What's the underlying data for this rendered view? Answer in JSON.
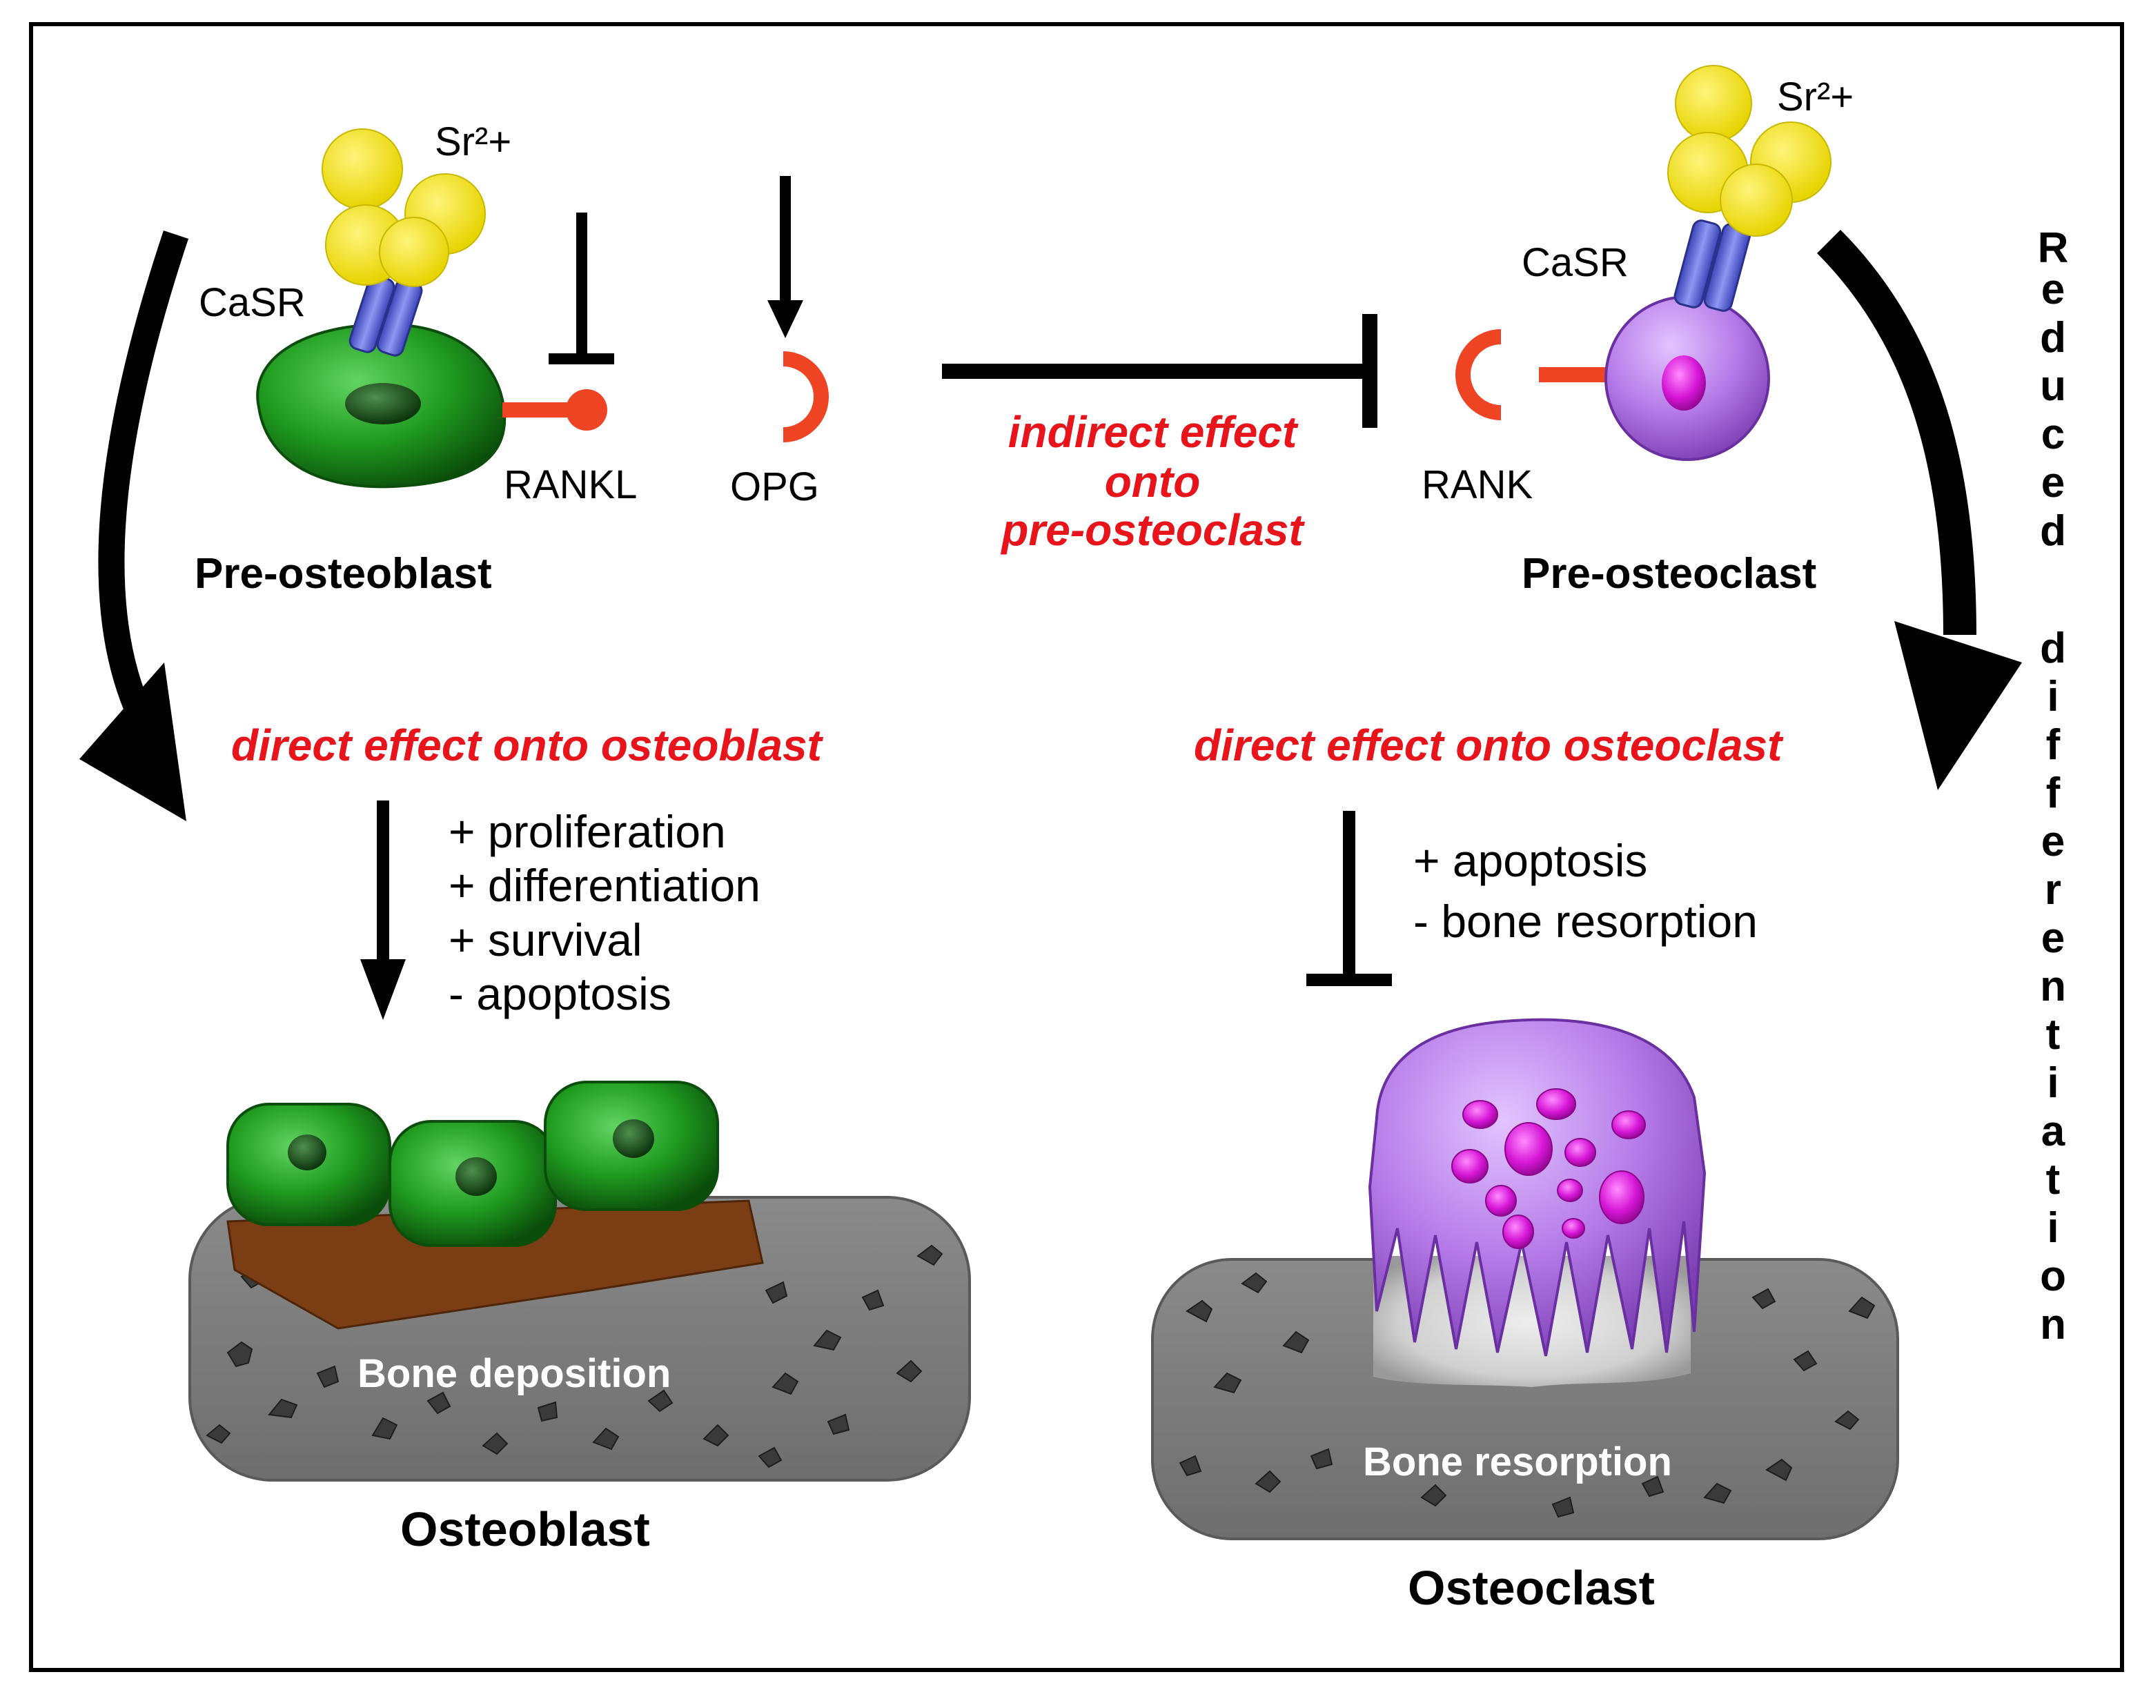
{
  "left": {
    "ion_label": "Sr²+",
    "receptor_label": "CaSR",
    "ligand_label": "RANKL",
    "decoy_label": "OPG",
    "cell_label": "Pre-osteoblast",
    "effect_label": "direct effect onto osteoblast",
    "effects": [
      "+ proliferation",
      "+ differentiation",
      "+ survival",
      "- apoptosis"
    ],
    "bone_label": "Bone deposition",
    "final_label": "Osteoblast"
  },
  "middle": {
    "effect_lines": [
      "indirect effect",
      "onto",
      "pre-osteoclast"
    ]
  },
  "right": {
    "ion_label": "Sr²+",
    "receptor_label": "CaSR",
    "receptor2_label": "RANK",
    "cell_label": "Pre-osteoclast",
    "effect_label": "direct effect onto osteoclast",
    "effects": [
      "+ apoptosis",
      "- bone resorption"
    ],
    "bone_label": "Bone resorption",
    "final_label": "Osteoclast",
    "side_label_letters": [
      "R",
      "e",
      "d",
      "u",
      "c",
      "e",
      "d",
      "d",
      "i",
      "f",
      "f",
      "e",
      "r",
      "e",
      "n",
      "t",
      "i",
      "a",
      "t",
      "i",
      "o",
      "n"
    ]
  },
  "colors": {
    "osteoblast_green": "#1f9a1f",
    "osteoclast_purple": "#b57ae8",
    "nucleus_magenta": "#d616d6",
    "ion_yellow": "#f2e20c",
    "receptor_blue": "#5a63d6",
    "ligand_red": "#ef4423",
    "effect_red": "#e8141b",
    "bone_gray": "#7a7a7a",
    "osteoid_brown": "#7b3d14"
  }
}
